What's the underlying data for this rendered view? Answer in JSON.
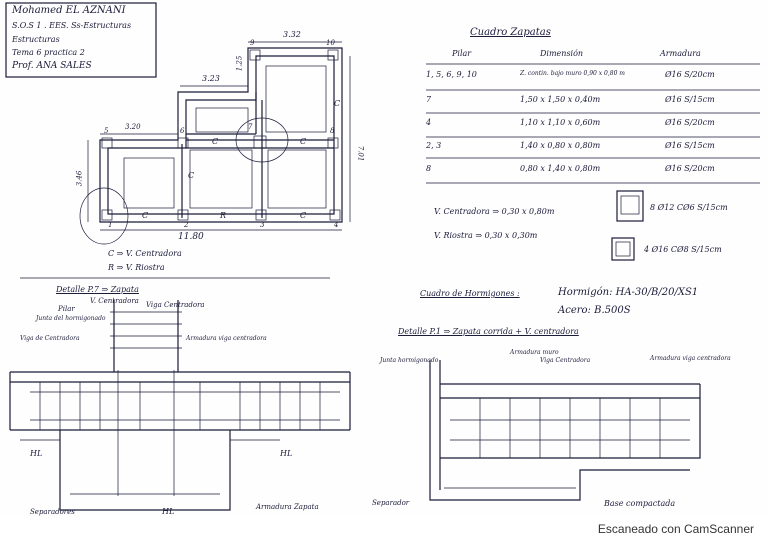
{
  "student": {
    "name": "Mohamed EL AZNANI",
    "course": "S.O.S 1 . EES. Ss-Estructuras",
    "subject": "Estructuras",
    "task": "Tema 6 practica 2",
    "professor": "Prof. ANA SALES"
  },
  "plan": {
    "dim_top": "3.32",
    "dim_mid": "3.23",
    "dim_small": "1.25",
    "dim_left_top": "3.20",
    "dim_left_side": "3.46",
    "dim_right_side": "7.01",
    "dim_bottom": "11.80",
    "beam_labels": [
      "C",
      "C",
      "C",
      "C",
      "R",
      "C",
      "C"
    ],
    "numbers": [
      "1",
      "2",
      "3",
      "4",
      "5",
      "6",
      "7",
      "8",
      "9",
      "10"
    ],
    "legend_c": "C ⇒ V. Centradora",
    "legend_r": "R ⇒ V. Riostra"
  },
  "table": {
    "title": "Cuadro Zapatas",
    "headers": [
      "Pilar",
      "Dimensión",
      "Armadura"
    ],
    "rows": [
      {
        "pilar": "1, 5, 6, 9, 10",
        "dim": "Z. contin. bajo muro 0,90 x 0,80 m",
        "arm": "Ø16  S/20cm"
      },
      {
        "pilar": "7",
        "dim": "1,50 x 1,50 x 0,40m",
        "arm": "Ø16  S/15cm"
      },
      {
        "pilar": "4",
        "dim": "1,10 x 1,10 x 0,60m",
        "arm": "Ø16  S/20cm"
      },
      {
        "pilar": "2, 3",
        "dim": "1,40 x 0,80 x 0,80m",
        "arm": "Ø16  S/15cm"
      },
      {
        "pilar": "8",
        "dim": "0,80 x 1,40 x 0,80m",
        "arm": "Ø16  S/20cm"
      }
    ],
    "centradora": "V. Centradora ⇒ 0,30 x 0,80m",
    "centradora_arm": "8 Ø12  CØ6 S/15cm",
    "riostra": "V. Riostra ⇒ 0,30 x 0,30m",
    "riostra_arm": "4 Ø16  CØ8 S/15cm"
  },
  "concrete": {
    "label": "Cuadro de Hormigones :",
    "hormigon": "Hormigón: HA-30/B/20/XS1",
    "acero": "Acero: B.500S"
  },
  "detail_left": {
    "title": "Detalle P.7 ⇒ Zapata",
    "notes": [
      "Pilar",
      "Junta del hormigonado",
      "Viga de Centradora",
      "V. Centradora",
      "Viga Centradora",
      "Armadura viga centradora"
    ],
    "hl_left": "HL",
    "hl_right": "HL",
    "hl_bottom": "HL",
    "separador": "Separadores",
    "armadura_zapata": "Armadura Zapata"
  },
  "detail_right": {
    "title": "Detalle P.1 ⇒ Zapata corrida + V. centradora",
    "notes": [
      "Junta hormigonado",
      "Armadura muro",
      "Viga Centradora",
      "Armadura viga centradora"
    ],
    "separador": "Separador",
    "base": "Base compactada"
  },
  "footer": "Escaneado con CamScanner"
}
